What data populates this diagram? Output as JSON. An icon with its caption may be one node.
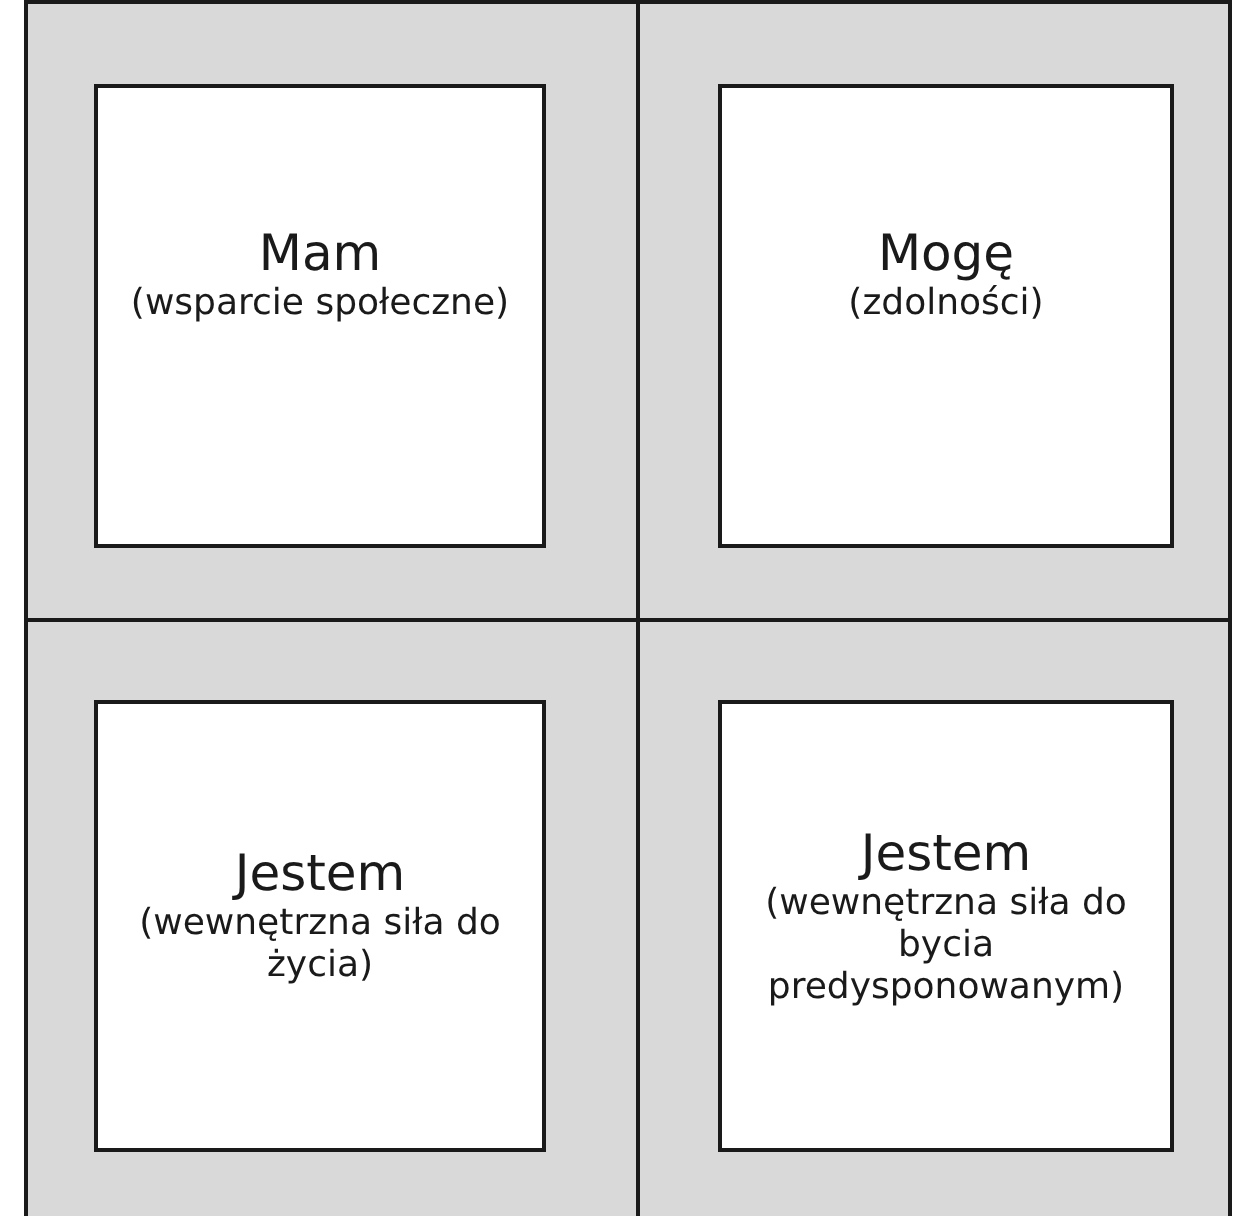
{
  "diagram": {
    "nodes": [
      {
        "text": [
          "Mam",
          "(wsparcie społeczne)"
        ]
      },
      {
        "text": [
          "Mogę",
          "(zdolności)"
        ]
      },
      {
        "text": [
          "Jestem",
          "(wewnętrzna siła do życia)"
        ]
      },
      {
        "text": [
          "Jestem",
          "(wewnętrzna siła do bycia predysponowanym)"
        ]
      }
    ]
  }
}
